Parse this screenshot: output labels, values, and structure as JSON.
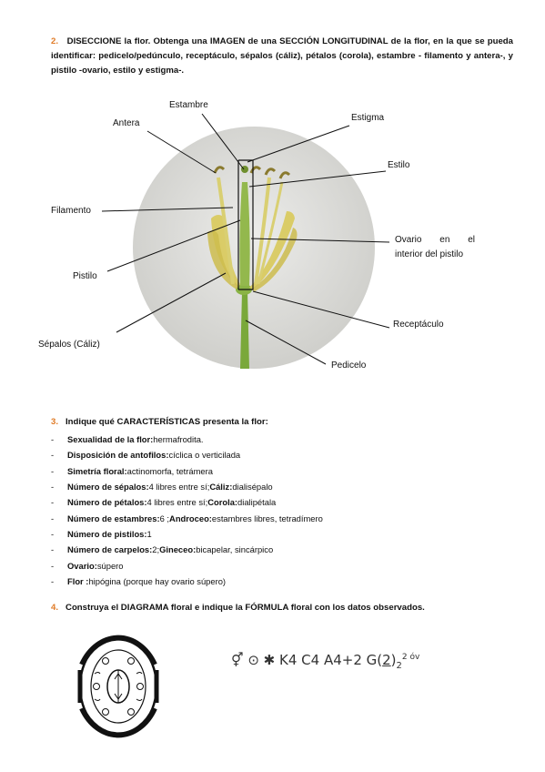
{
  "section2": {
    "number": "2.",
    "text_bold_1": "DISECCIONE la flor. Obtenga una IMAGEN de una SECCIÓN LONGITUDINAL de la flor, en la que se pueda identificar: pedicelo/pedúnculo, receptáculo, sépalos (cáliz), pétalos (corola), estambre - filamento y antera-, y pistilo -ovario, estilo y estigma-."
  },
  "figure": {
    "labels": {
      "estambre": "Estambre",
      "antera": "Antera",
      "estigma": "Estigma",
      "estilo": "Estilo",
      "filamento": "Filamento",
      "ovario_1a": "Ovario",
      "ovario_1b": "en",
      "ovario_1c": "el",
      "ovario_2": "interior del pistilo",
      "pistilo": "Pistilo",
      "receptaculo": "Receptáculo",
      "sepalos": "Sépalos (Cáliz)",
      "pedicelo": "Pedicelo"
    }
  },
  "section3": {
    "number": "3.",
    "title": "Indique qué CARACTERÍSTICAS presenta la flor:",
    "items": [
      {
        "key": "Sexualidad de la flor:",
        "value": " hermafrodita."
      },
      {
        "key": "Disposición de antofilos:",
        "value": " cíclica o verticilada"
      },
      {
        "key": "Simetría floral:",
        "value": " actinomorfa, tetrámera"
      },
      {
        "key": "Número de sépalos:",
        "value": " 4 libres entre sí; ",
        "key2": "Cáliz:",
        "value2": " dialisépalo"
      },
      {
        "key": "Número de pétalos:",
        "value": " 4 libres entre sí; ",
        "key2": "Corola:",
        "value2": " dialipétala"
      },
      {
        "key": "Número de estambres:",
        "value": " 6 ; ",
        "key2": "Androceo:",
        "value2": " estambres libres, tetradímero"
      },
      {
        "key": "Número de pistilos:",
        "value": " 1"
      },
      {
        "key": "Número de carpelos:",
        "value": " 2; ",
        "key2": "Gineceo:",
        "value2": " bicapelar, sincárpico"
      },
      {
        "key": "Ovario:",
        "value": " súpero"
      },
      {
        "key": "Flor :",
        "value": " hipógina (porque hay ovario súpero)"
      }
    ]
  },
  "section4": {
    "number": "4.",
    "title": "Construya el DIAGRAMA floral e indique la FÓRMULA floral con los datos observados."
  },
  "formula": {
    "sex": "⚥",
    "symmetry": "⊙ ✱",
    "main": "K4 C4 A4+2 G(",
    "carpels": "2",
    "close": ")",
    "sup": "2 óv",
    "sub": "2"
  },
  "colors": {
    "number_accent": "#e07b27",
    "circle_bg": "#dcdcd8",
    "stem": "#7aa83a",
    "petal": "#d8c95a"
  }
}
